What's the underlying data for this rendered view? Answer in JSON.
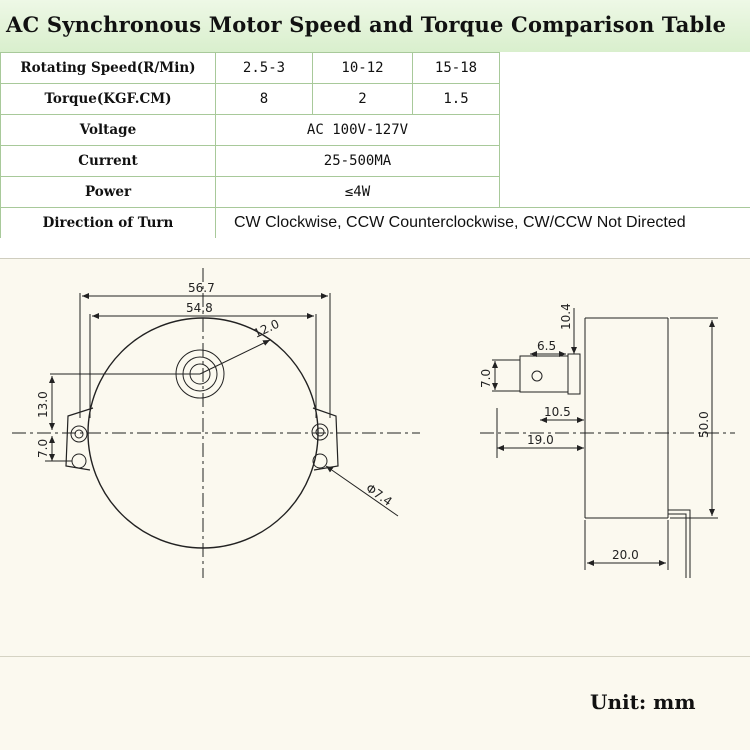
{
  "title": "AC Synchronous Motor Speed and Torque Comparison Table",
  "table": {
    "rows": [
      {
        "label": "Rotating Speed(R/Min)",
        "values": [
          "2.5-3",
          "10-12",
          "15-18"
        ]
      },
      {
        "label": "Torque(KGF.CM)",
        "values": [
          "8",
          "2",
          "1.5"
        ]
      },
      {
        "label": "Voltage",
        "value": "AC 100V-127V"
      },
      {
        "label": "Current",
        "value": "25-500MA"
      },
      {
        "label": "Power",
        "value": "≤4W"
      },
      {
        "label": "Direction of Turn",
        "value": "CW Clockwise, CCW Counterclockwise, CW/CCW Not Directed"
      }
    ]
  },
  "dimensions": {
    "front_outer_width": "56.7",
    "front_inner_width": "54.8",
    "shaft_radius": "12.0",
    "mount_height": "13.0",
    "hole_offset": "7.0",
    "hole_dia": "Φ7.4",
    "shaft_flat": "7.0",
    "shaft_width": "6.5",
    "shaft_height": "10.4",
    "shaft_length": "10.5",
    "side_length": "19.0",
    "body_diameter": "50.0",
    "body_depth": "20.0"
  },
  "unit_label": "Unit: mm"
}
